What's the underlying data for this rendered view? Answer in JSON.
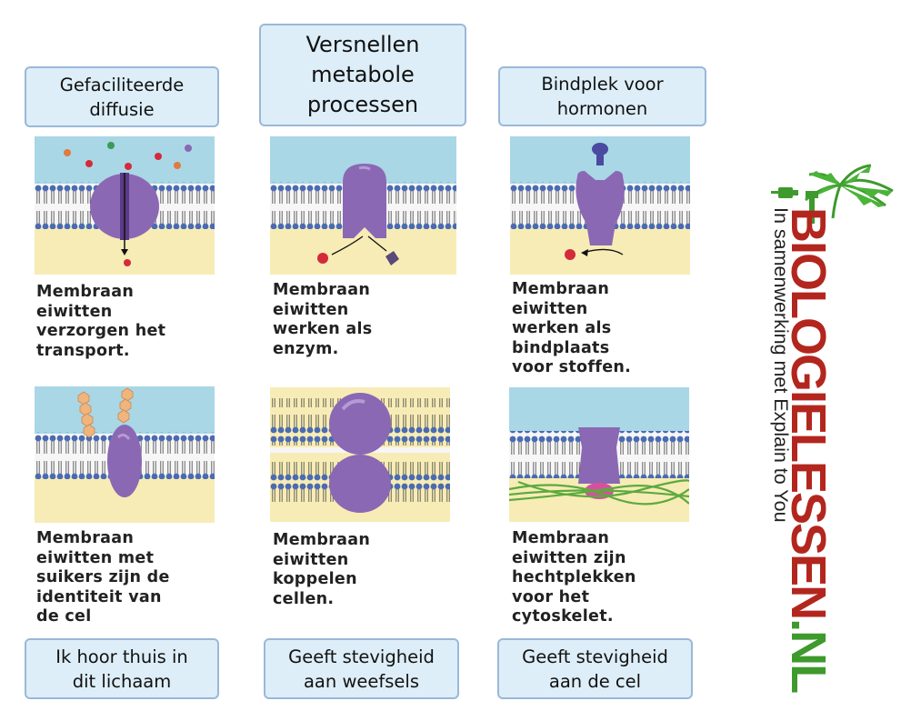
{
  "top_labels": [
    {
      "text": "Gefaciliteerde\ndiffusie"
    },
    {
      "text": "Versnellen\nmetabole\nprocessen"
    },
    {
      "text": "Bindplek voor\nhormonen"
    }
  ],
  "bottom_labels": [
    {
      "text": "Ik hoor thuis in\ndit lichaam"
    },
    {
      "text": "Geeft stevigheid\naan weefsels"
    },
    {
      "text": "Geeft stevigheid\naan de cel"
    }
  ],
  "captions": [
    {
      "text": "Membraan\neiwitten\nverzorgen het\ntransport."
    },
    {
      "text": "Membraan\neiwitten\nwerken als\nenzym."
    },
    {
      "text": "Membraan\neiwitten\nwerken als\nbindplaats\nvoor stoffen."
    },
    {
      "text": "Membraan\neiwitten met\nsuikers zijn de\nidentiteit van\nde cel"
    },
    {
      "text": "Membraan\neiwitten\nkoppelen\ncellen."
    },
    {
      "text": "Membraan\neiwitten zijn\nhechtplekken\nvoor het\ncytoskelet."
    }
  ],
  "logo": {
    "brand_main": "BIOLOGIELESSEN",
    "brand_suffix": ".NL",
    "tagline": "In samenwerking met Explain to You"
  },
  "colors": {
    "label_fill": "#ddeef8",
    "label_border": "#9ab8d8",
    "extracellular": "#a9d7e6",
    "cytoplasm": "#f7ecb5",
    "lipid_head": "#4a6bb2",
    "protein": "#8b68b3",
    "brand_red": "#b3261e",
    "brand_green": "#3e9a2c"
  }
}
